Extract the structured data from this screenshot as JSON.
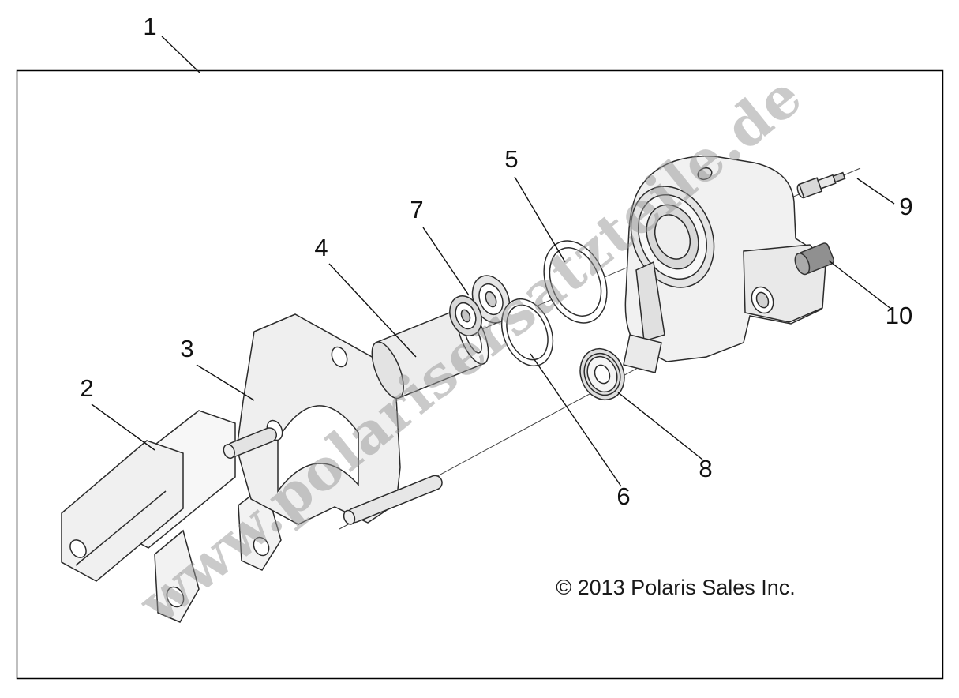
{
  "diagram": {
    "watermark": "www.polarisersatzteile.de",
    "copyright": "© 2013 Polaris Sales Inc.",
    "watermark_color": "#969696",
    "border_color": "#000000",
    "line_color": "#2b2b2b",
    "callouts": [
      "1",
      "2",
      "3",
      "4",
      "5",
      "6",
      "7",
      "8",
      "9",
      "10"
    ]
  }
}
